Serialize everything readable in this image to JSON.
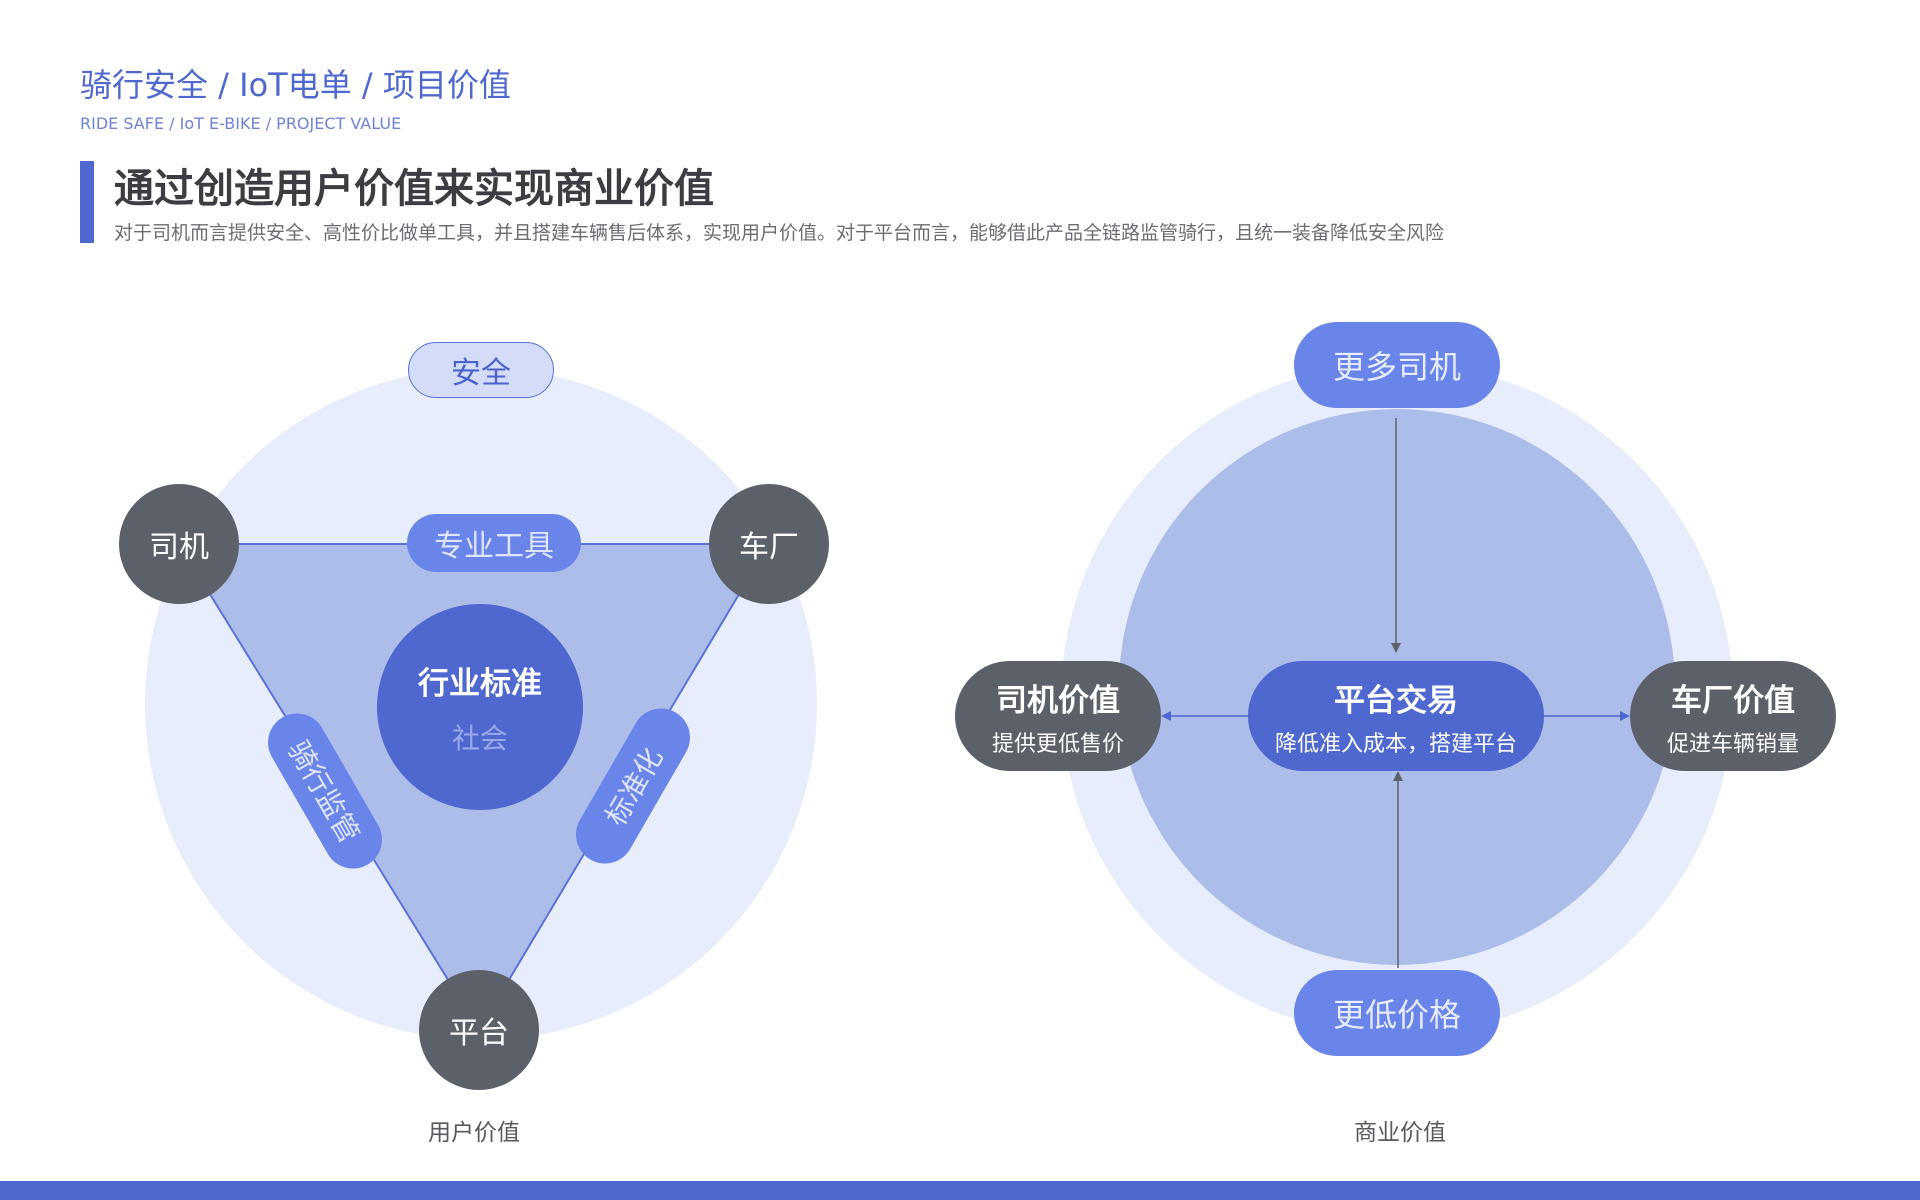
{
  "header": {
    "breadcrumb": "骑行安全 / IoT电单 / 项目价值",
    "breadcrumb_en": "RIDE SAFE / IoT E-BIKE / PROJECT VALUE",
    "title": "通过创造用户价值来实现商业价值",
    "subtitle": "对于司机而言提供安全、高性价比做单工具，并且搭建车辆售后体系，实现用户价值。对于平台而言，能够借此产品全链路监管骑行，且统一装备降低安全风险"
  },
  "user_value": {
    "caption": "用户价值",
    "top_label": "安全",
    "nodes": {
      "driver": "司机",
      "factory": "车厂",
      "platform": "平台"
    },
    "edges": {
      "top": "专业工具",
      "left": "骑行监管",
      "right": "标准化"
    },
    "center": {
      "main": "行业标准",
      "sub": "社会"
    }
  },
  "business_value": {
    "caption": "商业价值",
    "top": "更多司机",
    "bottom": "更低价格",
    "center": {
      "main": "平台交易",
      "sub": "降低准入成本，搭建平台"
    },
    "left": {
      "main": "司机价值",
      "sub": "提供更低售价"
    },
    "right": {
      "main": "车厂价值",
      "sub": "促进车辆销量"
    }
  },
  "colors": {
    "brand_blue": "#4f68d0",
    "pill_blue": "#6a85ea",
    "light_blue_bg": "#e8edfb",
    "mid_blue": "#adbdea",
    "dark_node": "#5c6069",
    "title_text": "#3b3d42"
  }
}
